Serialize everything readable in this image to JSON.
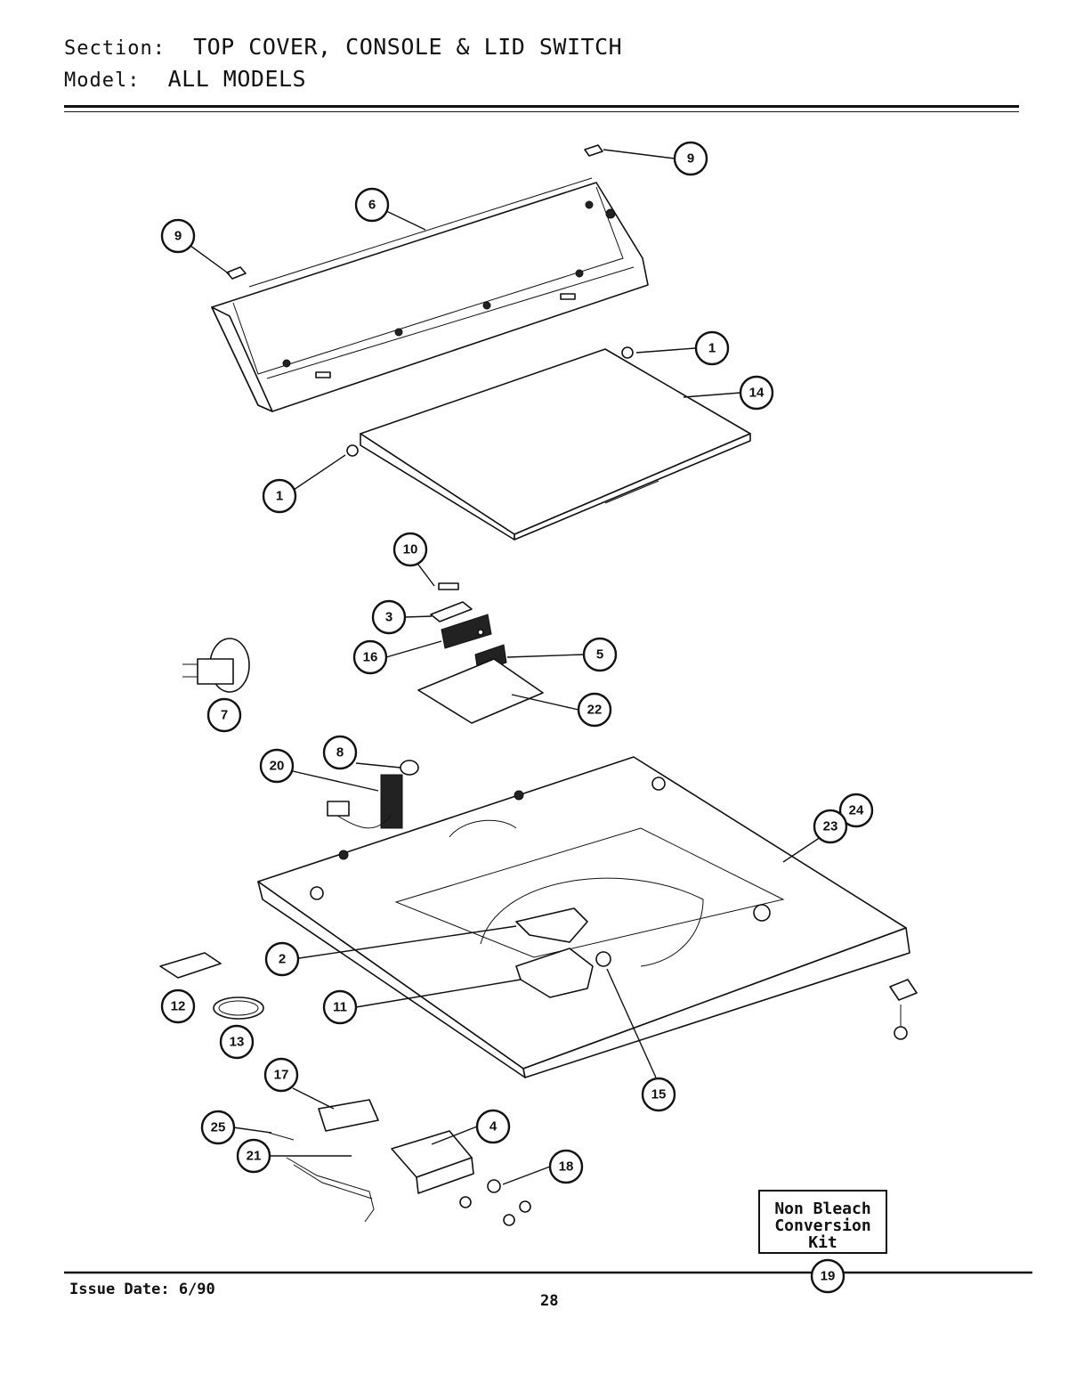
{
  "header": {
    "section_key": "Section:",
    "section_value": "TOP COVER, CONSOLE & LID SWITCH",
    "model_key": "Model:",
    "model_value": "ALL MODELS"
  },
  "callouts": [
    "9",
    "6",
    "9",
    "1",
    "14",
    "1",
    "10",
    "3",
    "16",
    "5",
    "22",
    "7",
    "8",
    "20",
    "24",
    "23",
    "2",
    "11",
    "12",
    "13",
    "15",
    "17",
    "25",
    "4",
    "21",
    "18",
    "19"
  ],
  "kit_box": {
    "line1": "Non Bleach",
    "line2": "Conversion",
    "line3": "Kit"
  },
  "footer": {
    "issue_date": "Issue Date: 6/90",
    "page_number": "28"
  }
}
